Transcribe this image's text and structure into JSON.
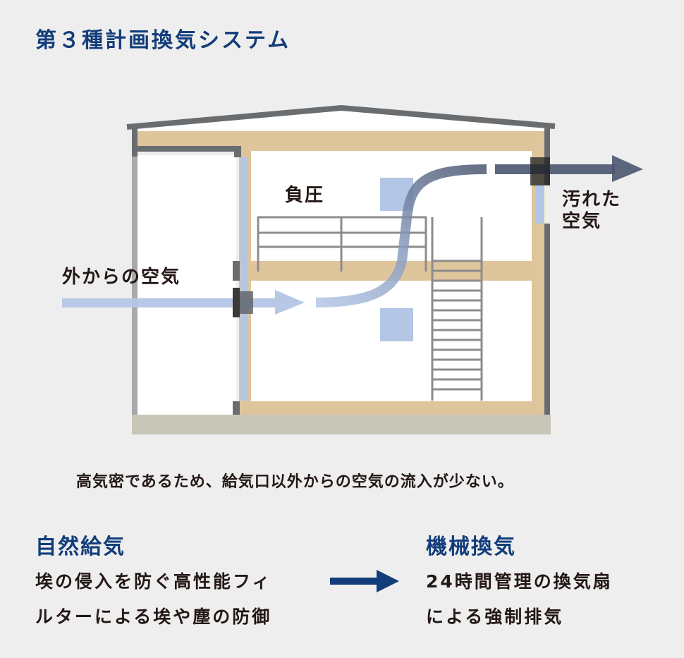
{
  "title": "第３種計画換気システム",
  "diagram": {
    "label_negative_pressure": "負圧",
    "label_outside_air": "外からの空気",
    "label_dirty_air_line1": "汚れた",
    "label_dirty_air_line2": "空気",
    "colors": {
      "wall": "#6a6d70",
      "light_wall": "#a9a9a9",
      "timber": "#dfc59b",
      "foundation": "#c8c6b8",
      "air_in": "#b3c6e5",
      "air_out": "#4a5670",
      "interior": "#ffffff"
    }
  },
  "caption": "高気密であるため、給気口以外からの空気の流入が少ない。",
  "natural_supply": {
    "heading": "自然給気",
    "line1": "埃の侵入を防ぐ高性能フィ",
    "line2": "ルターによる埃や塵の防御"
  },
  "mechanical_exhaust": {
    "heading": "機械換気",
    "line1": "24時間管理の換気扇",
    "line2": "による強制排気"
  },
  "arrow_color": "#123d7a"
}
